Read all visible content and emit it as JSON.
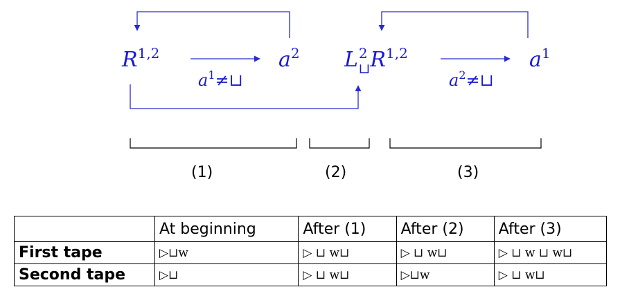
{
  "diagram": {
    "machine_1": "R",
    "machine_1_sup": "1,2",
    "symbol_1": "a",
    "symbol_1_sup": "2",
    "condition_1_base": "a",
    "condition_1_sup": "1",
    "condition_1_rest": "≠⊔",
    "machine_2_base": "L",
    "machine_2_sup": "2",
    "machine_2_sub": "⊔",
    "machine_2_tail": "R",
    "machine_2_tail_sup": "1,2",
    "symbol_2": "a",
    "symbol_2_sup": "1",
    "condition_2_base": "a",
    "condition_2_sup": "2",
    "condition_2_rest": "≠⊔",
    "brackets": [
      "(1)",
      "(2)",
      "(3)"
    ]
  },
  "table": {
    "headers": [
      "",
      "At beginning",
      "After (1)",
      "After (2)",
      "After (3)"
    ],
    "rows": [
      {
        "label": "First tape",
        "cells": [
          "▷⊔w",
          "▷ ⊔ w⊔",
          "▷ ⊔ w⊔",
          "▷ ⊔ w ⊔ w⊔"
        ]
      },
      {
        "label": "Second tape",
        "cells": [
          "▷⊔",
          "▷ ⊔ w⊔",
          "▷⊔w",
          "▷ ⊔ w⊔"
        ]
      }
    ]
  }
}
